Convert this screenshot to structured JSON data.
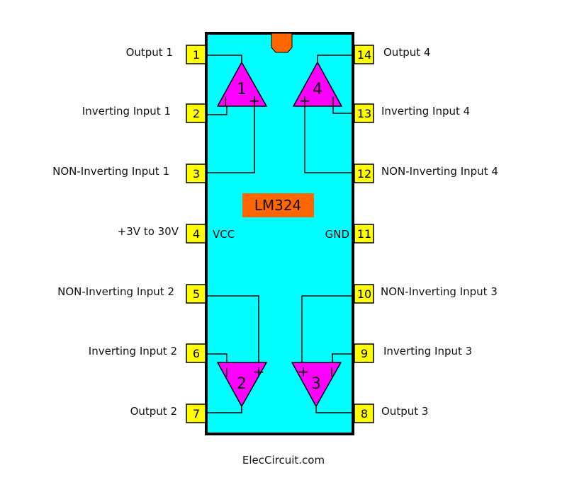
{
  "chip": {
    "name": "LM324",
    "vcc": "VCC",
    "gnd": "GND",
    "body_color": "#00ffff",
    "pin_color": "#ffff00",
    "opamp_color": "#ff00ff",
    "accent": "#ff6600"
  },
  "pins_left": [
    {
      "num": "1",
      "label": "Output 1"
    },
    {
      "num": "2",
      "label": "Inverting Input 1"
    },
    {
      "num": "3",
      "label": "NON-Inverting Input 1"
    },
    {
      "num": "4",
      "label": "+3V to 30V"
    },
    {
      "num": "5",
      "label": "NON-Inverting Input 2"
    },
    {
      "num": "6",
      "label": "Inverting Input 2"
    },
    {
      "num": "7",
      "label": "Output 2"
    }
  ],
  "pins_right": [
    {
      "num": "14",
      "label": "Output 4"
    },
    {
      "num": "13",
      "label": "Inverting Input 4"
    },
    {
      "num": "12",
      "label": "NON-Inverting Input 4"
    },
    {
      "num": "11",
      "label": ""
    },
    {
      "num": "10",
      "label": "NON-Inverting Input 3"
    },
    {
      "num": "9",
      "label": "Inverting Input 3"
    },
    {
      "num": "8",
      "label": "Output 3"
    }
  ],
  "opamps": [
    {
      "num": "1"
    },
    {
      "num": "4"
    },
    {
      "num": "2"
    },
    {
      "num": "3"
    }
  ],
  "symbols": {
    "plus": "+",
    "minus": "I"
  },
  "footer": "ElecCircuit.com"
}
